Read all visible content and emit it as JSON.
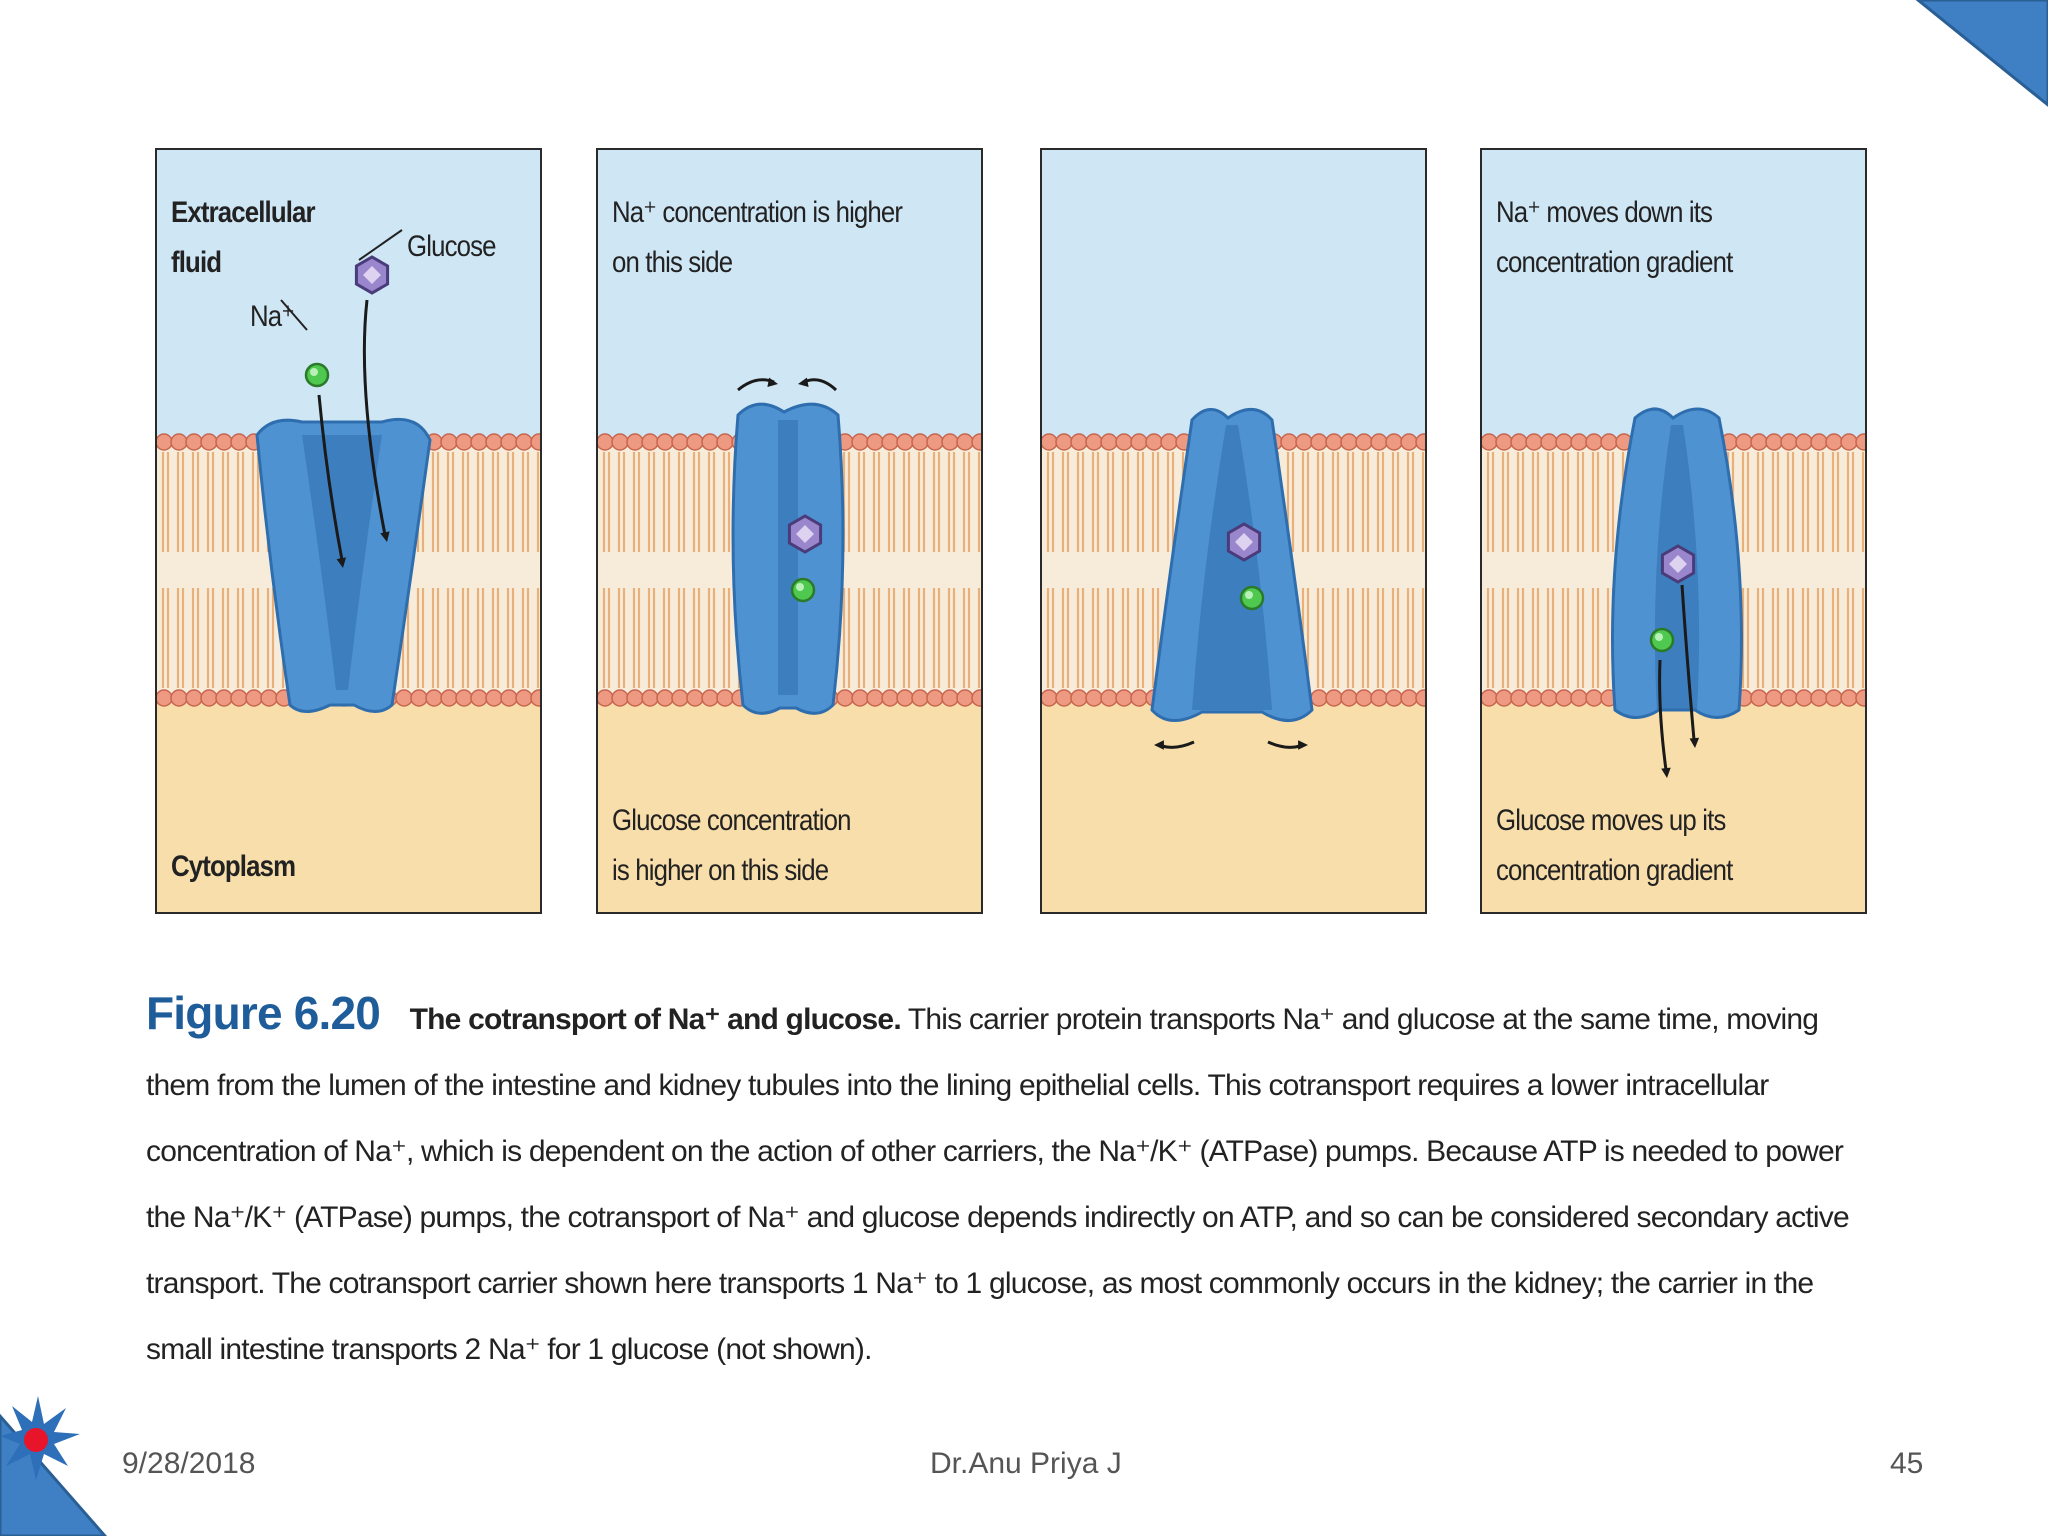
{
  "slide": {
    "date": "9/28/2018",
    "author": "Dr.Anu Priya J",
    "page_number": "45"
  },
  "panels": [
    {
      "top_label": "Extracellular\nfluid",
      "bottom_label": "Cytoplasm",
      "glucose_label": "Glucose",
      "na_label": "Na⁺"
    },
    {
      "top_label": "Na⁺ concentration is higher\non this side",
      "bottom_label": "Glucose concentration\nis higher on this side"
    },
    {
      "top_label": "",
      "bottom_label": ""
    },
    {
      "top_label": "Na⁺ moves down its\nconcentration gradient",
      "bottom_label": "Glucose moves up its\nconcentration gradient"
    }
  ],
  "caption": {
    "figure_number": "Figure 6.20",
    "title": "The cotransport of Na⁺ and glucose.",
    "body": "This carrier protein transports Na⁺ and glucose at the same time, moving them from the lumen of the intestine and kidney tubules into the lining epithelial cells. This cotransport requires a lower intracellular concentration of Na⁺, which is dependent on the action of other carriers, the Na⁺/K⁺ (ATPase) pumps. Because ATP is needed to power the Na⁺/K⁺ (ATPase) pumps, the cotransport of Na⁺ and glucose depends indirectly on ATP, and so can be considered secondary active transport. The cotransport carrier shown here transports 1 Na⁺ to 1 glucose, as most commonly occurs in the kidney; the carrier in the small intestine transports 2 Na⁺ for 1 glucose (not shown)."
  },
  "colors": {
    "extracellular": "#cfe6f5",
    "cytoplasm": "#f8deaa",
    "lipid_head": "#ee9a82",
    "lipid_tail": "#e8b07a",
    "carrier": "#4f92d2",
    "carrier_dark": "#2f6eae",
    "sodium": "#4fc84f",
    "glucose": "#9a86cc",
    "figure_blue": "#1f5d9a",
    "corner_blue": "#3f7fc4"
  }
}
